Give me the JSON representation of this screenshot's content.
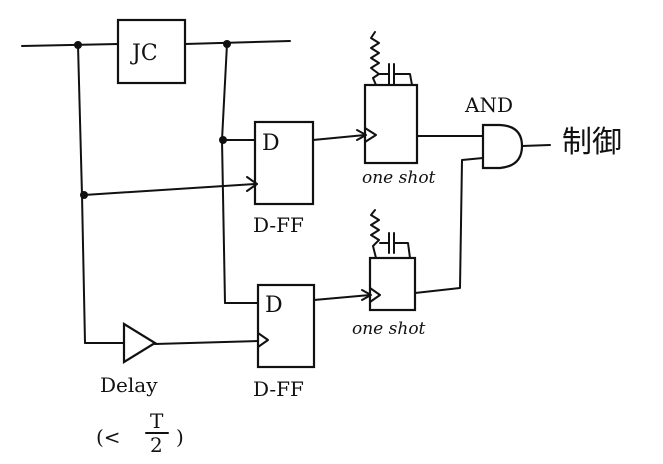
{
  "blocks": {
    "jc": "JC",
    "dff_top_pin": "D",
    "dff_bottom_pin": "D",
    "dff_top_label": "D-FF",
    "dff_bottom_label": "D-FF",
    "oneshot_top_label": "one shot",
    "oneshot_bottom_label": "one shot",
    "and_label": "AND",
    "output_label": "制御",
    "delay_label": "Delay",
    "delay_cond_open": "(<",
    "delay_cond_num": "T",
    "delay_cond_den": "2",
    "delay_cond_close": ")"
  }
}
